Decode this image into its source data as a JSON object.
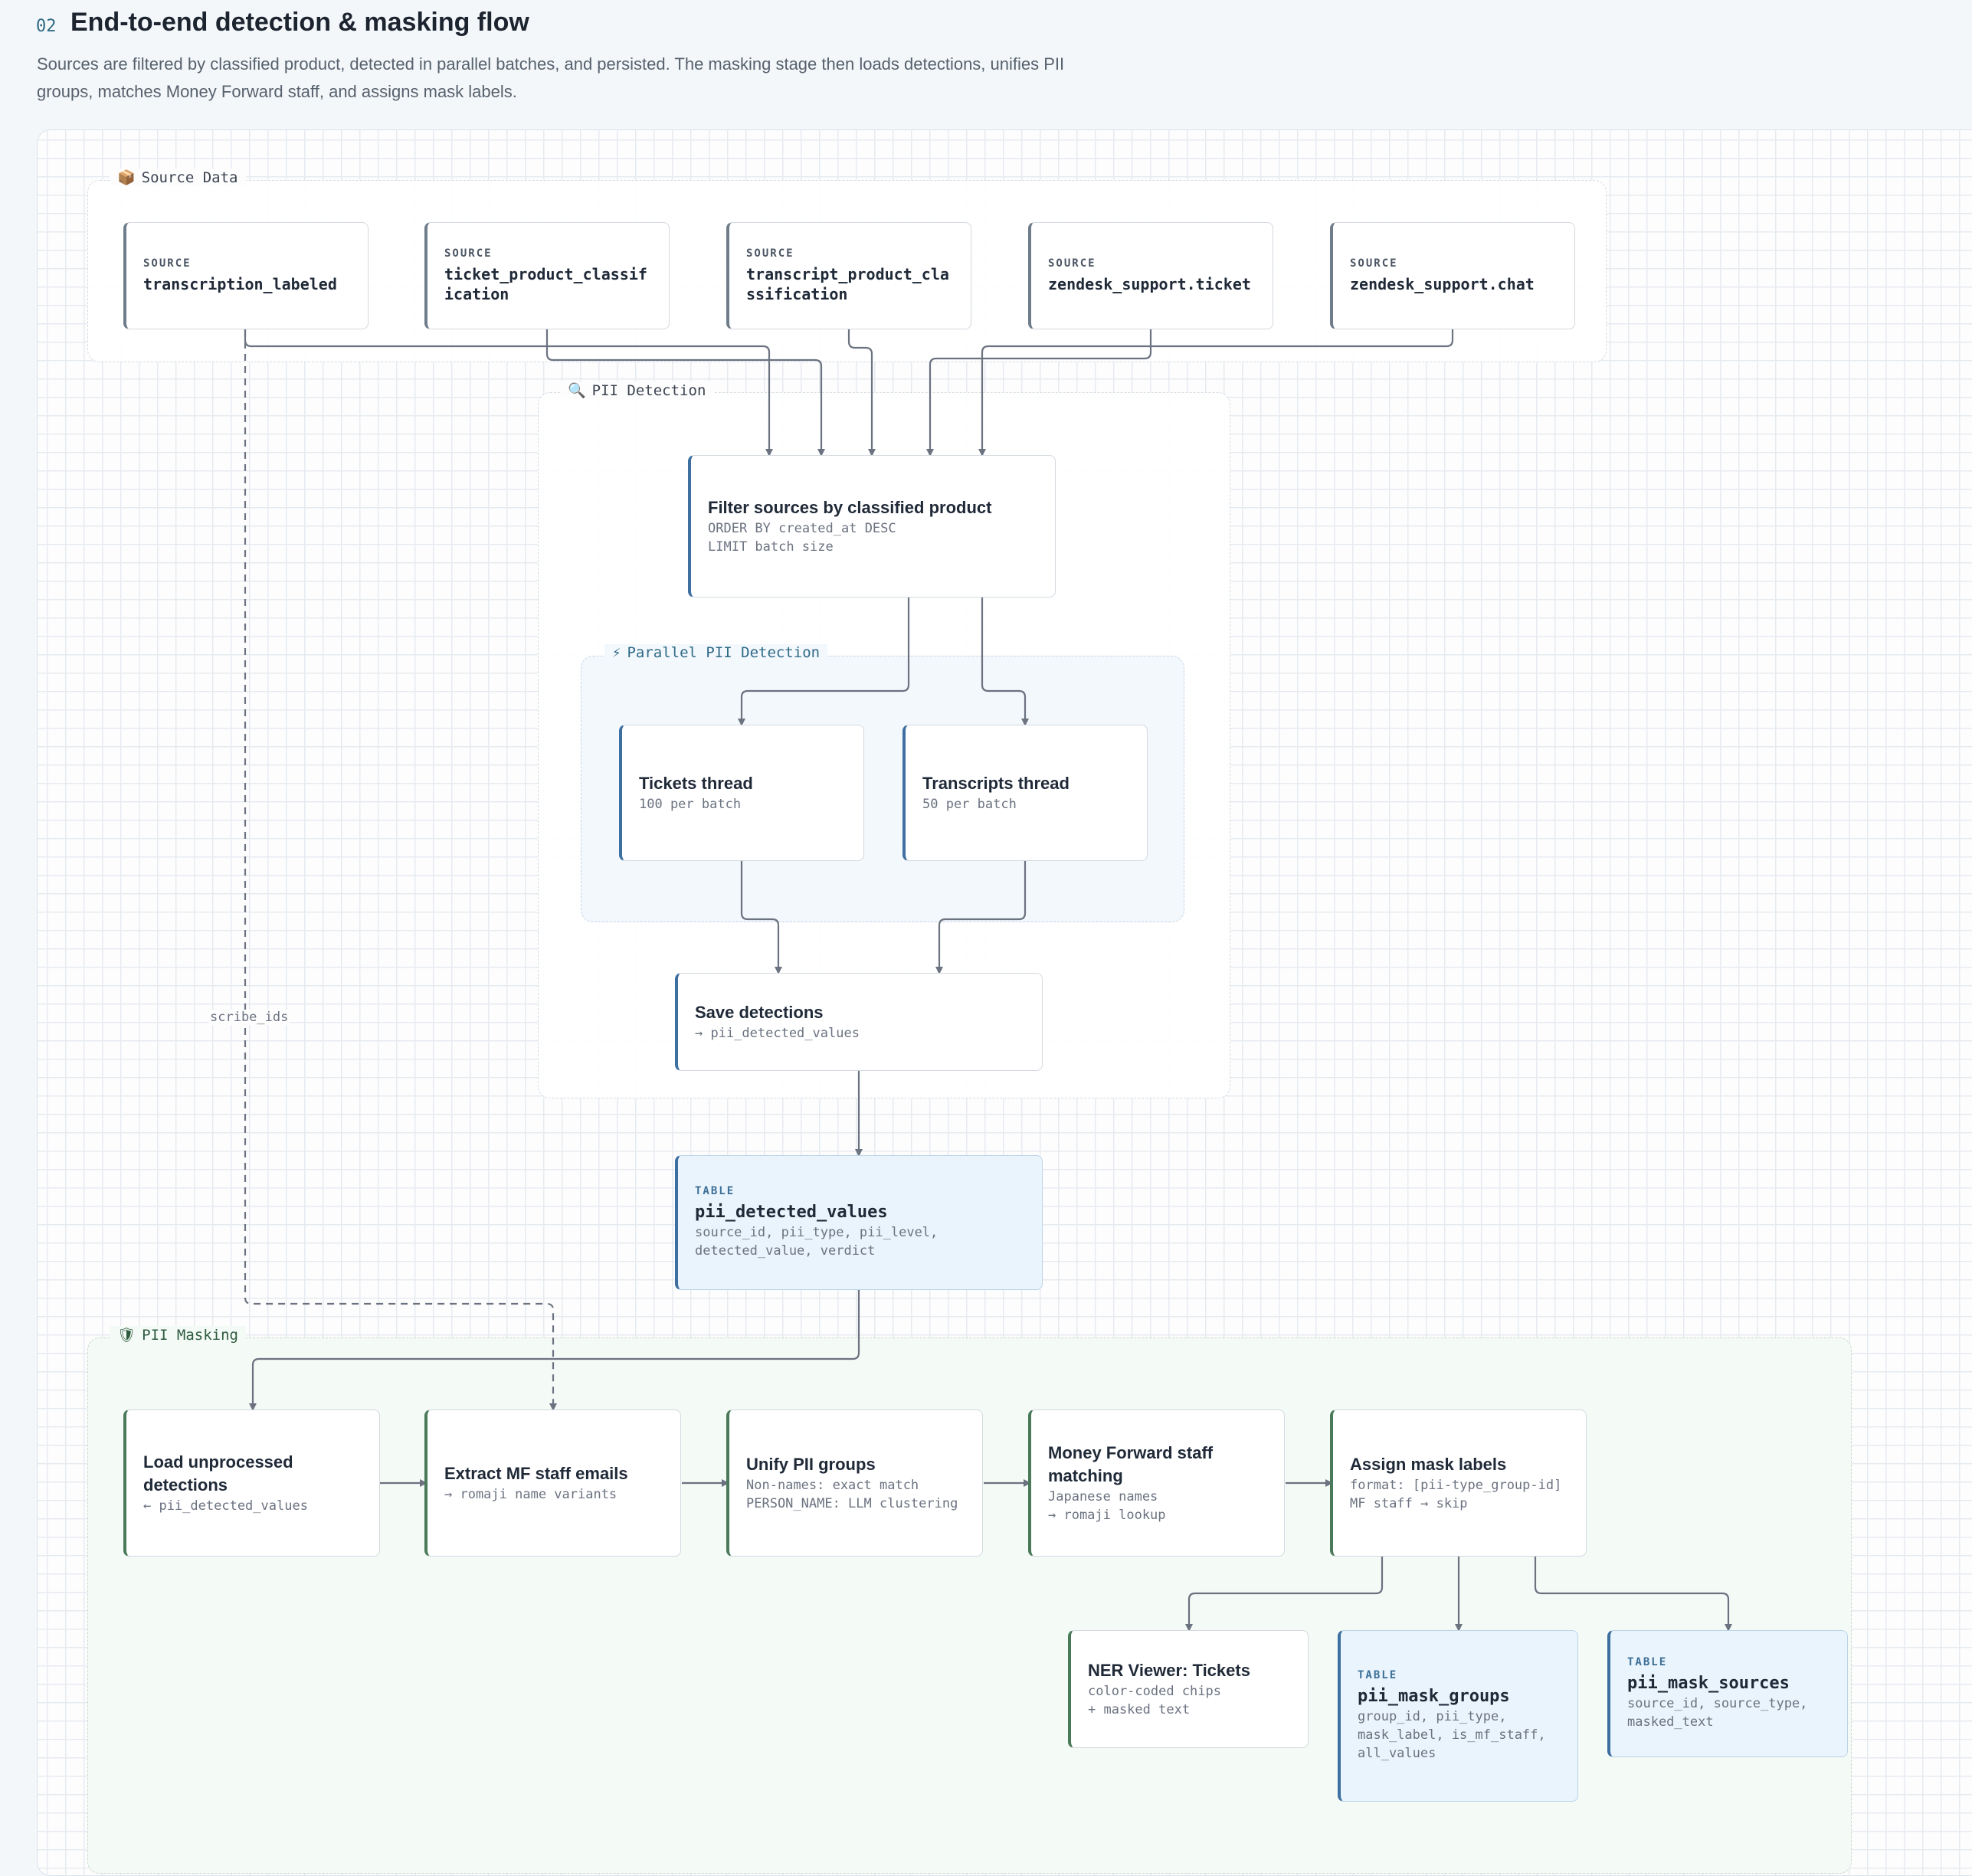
{
  "header": {
    "section_number": "02",
    "title": "End-to-end detection & masking flow",
    "description": "Sources are filtered by classified product, detected in parallel batches, and persisted. The masking stage then loads detections, unifies PII groups, matches Money Forward staff, and assigns mask labels."
  },
  "groups": {
    "source_data": {
      "icon": "📦",
      "label": "Source Data"
    },
    "pii_detection": {
      "icon": "🔍",
      "label": "PII Detection"
    },
    "parallel": {
      "icon": "⚡",
      "label": "Parallel PII Detection"
    },
    "pii_masking": {
      "icon": "🛡",
      "label": "PII Masking"
    }
  },
  "sources": [
    {
      "kicker": "SOURCE",
      "name": "transcription_labeled"
    },
    {
      "kicker": "SOURCE",
      "name": "ticket_product_classification"
    },
    {
      "kicker": "SOURCE",
      "name": "transcript_product_classification"
    },
    {
      "kicker": "SOURCE",
      "name": "zendesk_support.ticket"
    },
    {
      "kicker": "SOURCE",
      "name": "zendesk_support.chat"
    }
  ],
  "detection": {
    "filter": {
      "title": "Filter sources by classified product",
      "sub": "ORDER BY created_at DESC\nLIMIT batch size"
    },
    "tickets": {
      "title": "Tickets thread",
      "sub": "100 per batch"
    },
    "transcripts": {
      "title": "Transcripts thread",
      "sub": "50 per batch"
    },
    "save": {
      "title": "Save detections",
      "sub": "→ pii_detected_values"
    }
  },
  "detected_table": {
    "kicker": "TABLE",
    "name": "pii_detected_values",
    "sub": "source_id, pii_type, pii_level,\ndetected_value, verdict"
  },
  "edge_labels": {
    "scribe_ids": "scribe_ids"
  },
  "masking": {
    "load": {
      "title": "Load unprocessed detections",
      "sub": "← pii_detected_values"
    },
    "extract": {
      "title": "Extract MF staff emails",
      "sub": "→ romaji name variants"
    },
    "unify": {
      "title": "Unify PII groups",
      "sub": "Non-names: exact match\nPERSON_NAME: LLM clustering"
    },
    "mf_match": {
      "title": "Money Forward staff matching",
      "sub": "Japanese names\n→ romaji lookup"
    },
    "assign": {
      "title": "Assign mask labels",
      "sub": "format: [pii-type_group-id]\nMF staff → skip"
    }
  },
  "outputs": {
    "ner_viewer": {
      "title": "NER Viewer: Tickets",
      "sub": "color-coded chips\n+ masked text"
    },
    "mask_groups": {
      "kicker": "TABLE",
      "name": "pii_mask_groups",
      "sub": "group_id, pii_type,\nmask_label, is_mf_staff,\nall_values"
    },
    "mask_sources": {
      "kicker": "TABLE",
      "name": "pii_mask_sources",
      "sub": "source_id, source_type,\nmasked_text"
    }
  },
  "colors": {
    "edge": "#6b7280",
    "accent_blue": "#3d6fa0",
    "accent_green": "#4a7a5a",
    "table_fill": "#eaf4fd"
  }
}
